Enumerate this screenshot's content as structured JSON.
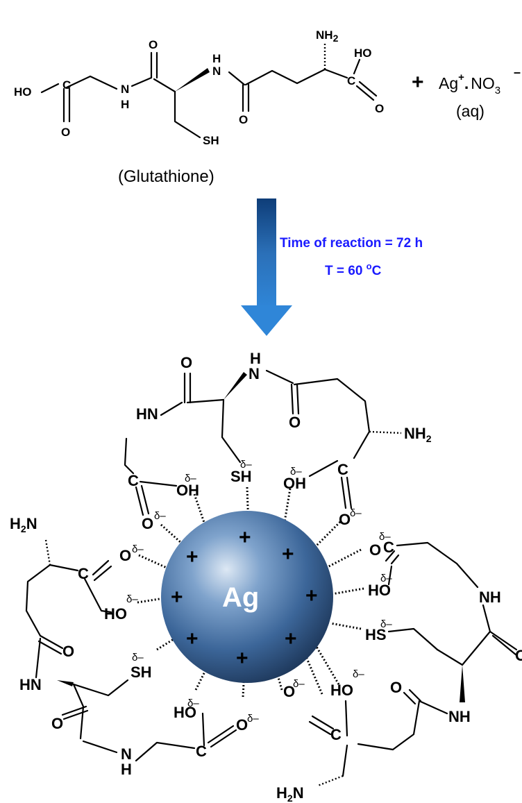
{
  "reactant": {
    "label": "(Glutathione)",
    "atoms": {
      "ho": "HO",
      "o": "O",
      "n": "N",
      "h": "H",
      "sh": "SH",
      "nh2": "NH",
      "nh2_sub": "2",
      "c": "C"
    }
  },
  "reagent": {
    "plus": "+",
    "ag": "Ag",
    "ag_charge": "+",
    "dot": ".",
    "nitrate": "NO",
    "nitrate_sub": "3",
    "nitrate_charge": "–",
    "phase": "(aq)"
  },
  "conditions": {
    "time": "Time of reaction = 72 h",
    "temp_prefix": "T = 60 ",
    "temp_degree": "o",
    "temp_unit": "C"
  },
  "product": {
    "core": "Ag",
    "charge_symbol": "+",
    "delta": "δ–",
    "atoms": {
      "h2n": "H",
      "h2n_sub": "2",
      "h2n_n": "N",
      "hn": "HN",
      "nh": "NH",
      "oh": "OH",
      "ho": "HO",
      "o": "O",
      "c": "C",
      "sh": "SH",
      "hs": "HS",
      "h": "H",
      "n": "N"
    }
  },
  "colors": {
    "arrow": "#1f6fc0",
    "conditions": "#1a1aff",
    "sphere": "#4a78ad"
  }
}
